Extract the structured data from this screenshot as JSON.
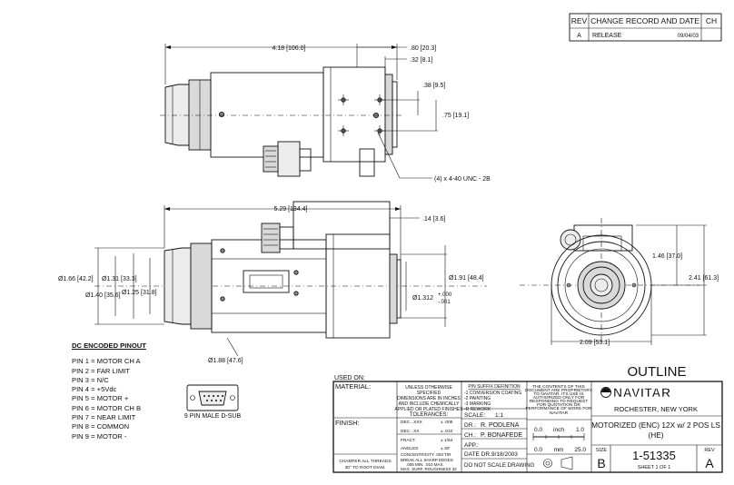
{
  "rev_block": {
    "headers": [
      "REV",
      "CHANGE RECORD AND DATE",
      "CH"
    ],
    "row": {
      "rev": "A",
      "change": "RELEASE",
      "date": "09/04/03",
      "ch": ""
    }
  },
  "dimensions": {
    "top_length": "4.18 [106.0]",
    "top_nose": ".80 [20.3]",
    "top_nose2": ".32 [8.1]",
    "top_38": ".38 [9.5]",
    "top_75": ".75 [19.1]",
    "thread_note": "(4) x 4-40 UNC - 2B",
    "side_length": "5.29 [134.4]",
    "side_14": ".14 [3.6]",
    "dia_166": "Ø1.66 [42.2]",
    "dia_131": "Ø1.31 [33.3]",
    "dia_140": "Ø1.40 [35.6]",
    "dia_125": "Ø1.25 [31.8]",
    "dia_191": "Ø1.91 [48.4]",
    "dia_1312": "Ø1.312",
    "tol_plus": "+.000",
    "tol_minus": "-.001",
    "dia_188": "Ø1.88 [47.6]",
    "end_146": "1.46 [37.0]",
    "end_241": "2.41 [61.3]",
    "end_209": "2.09 [53.1]"
  },
  "pinout": {
    "title": "DC ENCODED PINOUT",
    "pins": [
      "PIN 1 = MOTOR CH A",
      "PIN 2 = FAR LIMIT",
      "PIN 3 = N/C",
      "PIN 4 = +5Vdc",
      "PIN 5 = MOTOR +",
      "PIN 6 = MOTOR CH B",
      "PIN 7 = NEAR LIMIT",
      "PIN 8 = COMMON",
      "PIN 9 = MOTOR -"
    ],
    "connector_label": "9 PIN MALE D-SUB"
  },
  "title_block": {
    "used_on": "USED ON:",
    "material": "MATERIAL:",
    "finish": "FINISH:",
    "unless": [
      "UNLESS OTHERWISE",
      "SPECIFIED",
      "DIMENSIONS ARE IN INCHES",
      "AND INCLUDE CHEMICALLY",
      "APPLIED OR PLATED FINISHES"
    ],
    "tolerances": "TOLERANCES:",
    "tol_rows": [
      {
        "label": "DEC. .XXX",
        "value": "± .005"
      },
      {
        "label": "DEC. .XX",
        "value": "± .010"
      },
      {
        "label": "FRACT.",
        "value": "± 1/64"
      },
      {
        "label": "ANGLES",
        "value": "± 30'"
      }
    ],
    "concentricity": "CONCENTRICITY  .003 TIR",
    "break_edges": "BREAK ALL SHARP EDGES",
    "break_edges2": ".005 MIN. .010 MAX.",
    "max_surf": "MAX. SURF. ROUGHNESS   32",
    "chamfer": "CHAMFER ALL THREADS",
    "chamfer2": "30° TO ROOT DIAM.",
    "pin_suffix_title": "P/N SUFFIX DEFINITION",
    "pin_suffix": [
      "-1 CONVERSION COATING",
      "-2 PAINTING",
      "-3 MARKING",
      "-R REWORK"
    ],
    "proprietary": [
      "THE CONTENTS OF THIS",
      "DOCUMENT ARE PROPRIETARY",
      "TO NAVITAR. ITS USE IS",
      "AUTHORIZED ONLY FOR",
      "RESPONDING TO REQUEST",
      "FOR QUOTATION OR",
      "PERFORMANCE OF WORK FOR",
      "NAVITAR"
    ],
    "scale_label": "SCALE:",
    "scale_value": "1:1",
    "dr_label": "DR.:",
    "dr_value": "R. PODLENA",
    "ch_label": "CH.:",
    "ch_value": "P. BONAFEDE",
    "app_label": "APP.:",
    "date_label": "DATE DR.:",
    "date_value": "9/18/2003",
    "do_not_scale": "DO NOT SCALE DRAWING",
    "ruler_top": {
      "start": "0.0",
      "unit": "inch",
      "end": "1.0"
    },
    "ruler_bottom": {
      "start": "0.0",
      "unit": "mm",
      "end": "25.0"
    },
    "outline": "OUTLINE",
    "company_logo": "NAVITAR",
    "location": "ROCHESTER, NEW YORK",
    "desc_line1": "MOTORIZED (ENC) 12X w/ 2 POS LS",
    "desc_line2": "(HE)",
    "size_label": "SIZE",
    "size_value": "B",
    "drawing_number": "1-51335",
    "sheet": "SHEET 1 OF 1",
    "rev_label": "REV",
    "rev_value": "A"
  }
}
